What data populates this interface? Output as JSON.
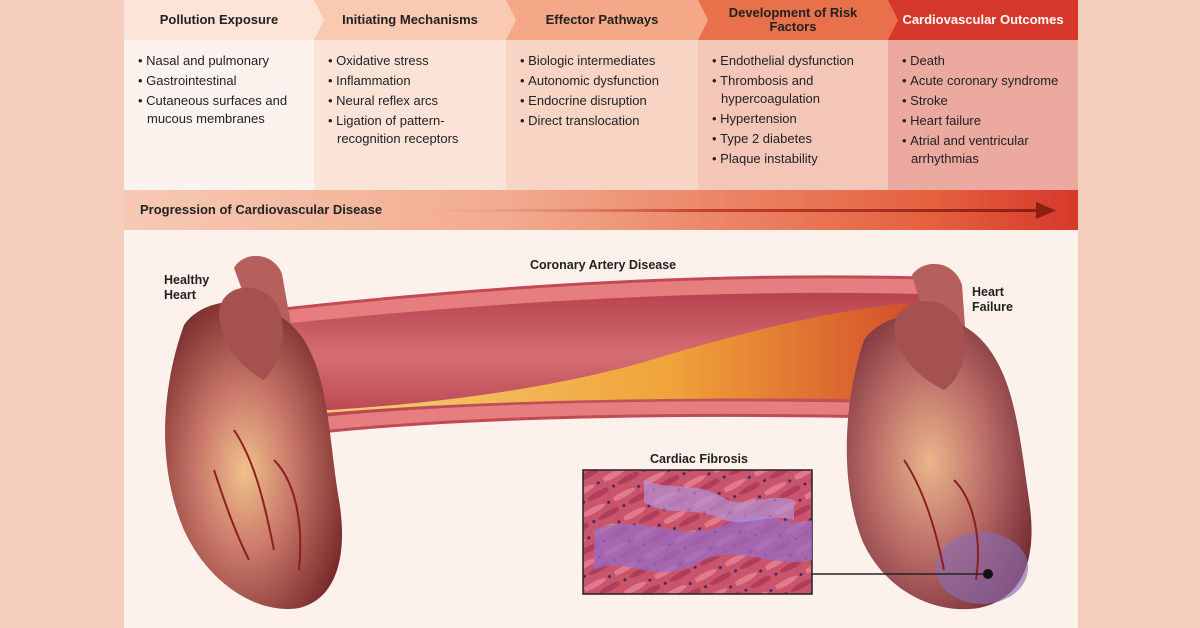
{
  "stages": [
    {
      "title": "Pollution Exposure",
      "items": [
        "Nasal and pulmonary",
        "Gastrointestinal",
        "Cutaneous surfaces and mucous membranes"
      ]
    },
    {
      "title": "Initiating Mechanisms",
      "items": [
        "Oxidative stress",
        "Inflammation",
        "Neural reflex arcs",
        "Ligation of pattern-recognition receptors"
      ]
    },
    {
      "title": "Effector Pathways",
      "items": [
        "Biologic intermediates",
        "Autonomic dysfunction",
        "Endocrine disruption",
        "Direct translocation"
      ]
    },
    {
      "title": "Development of Risk Factors",
      "items": [
        "Endothelial dysfunction",
        "Thrombosis and hypercoagulation",
        "Hypertension",
        "Type 2 diabetes",
        "Plaque instability"
      ]
    },
    {
      "title": "Cardiovascular Outcomes",
      "items": [
        "Death",
        "Acute coronary syndrome",
        "Stroke",
        "Heart failure",
        "Atrial and ventricular arrhythmias"
      ]
    }
  ],
  "progress": {
    "label": "Progression of Cardiovascular Disease"
  },
  "illustration": {
    "healthy_heart": "Healthy Heart",
    "artery": "Coronary Artery Disease",
    "heart_failure": "Heart Failure",
    "fibrosis": "Cardiac Fibrosis"
  },
  "colors": {
    "stage_headers": [
      "#fde4d8",
      "#f9c9b2",
      "#f4a888",
      "#e8714c",
      "#d5372b"
    ],
    "stage_bodies": [
      "#fdf3ee",
      "#fbe3d8",
      "#f8d4c5",
      "#f4c6b7",
      "#eca9a0"
    ],
    "artery_wall": "#d9606a",
    "plaque": "#f2b23c",
    "fibrosis": "#9a6cc4"
  }
}
